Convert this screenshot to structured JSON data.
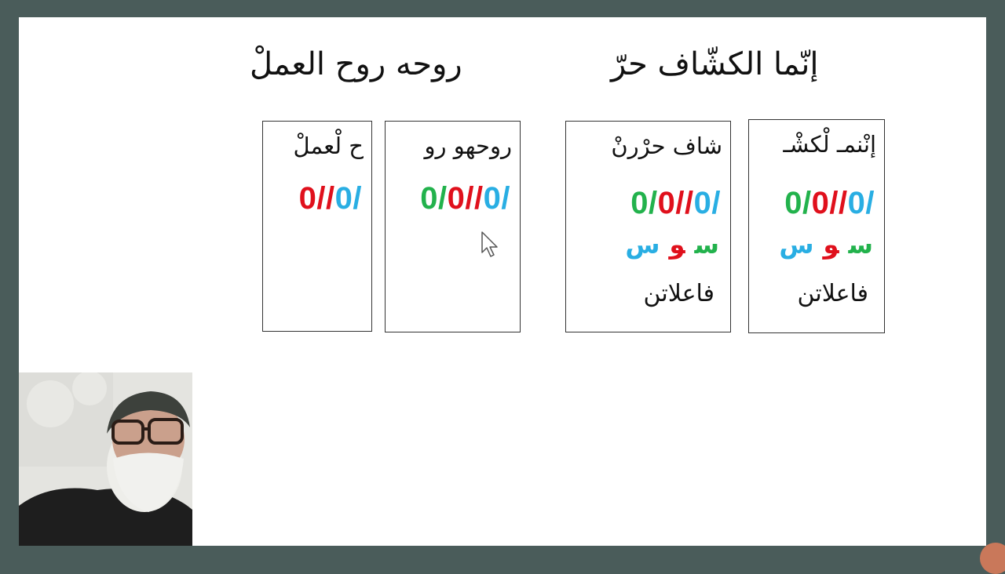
{
  "slide": {
    "heading_right": "إنّما الكشّاف حرّ",
    "heading_left": "روحه روح العملْ",
    "cards": [
      {
        "word": "إنْنمـ لْكشْـ",
        "pattern": [
          {
            "text": "0",
            "color": "#22b24c"
          },
          {
            "text": "/",
            "color": "#22b24c"
          },
          {
            "text": "0",
            "color": "#e0101c"
          },
          {
            "text": "//",
            "color": "#e0101c"
          },
          {
            "text": "0",
            "color": "#29aee3"
          },
          {
            "text": "/",
            "color": "#29aee3"
          }
        ],
        "sababs": [
          {
            "text": "س",
            "color": "#22b24c"
          },
          {
            "text": "و",
            "color": "#e0101c"
          },
          {
            "text": "س",
            "color": "#29aee3"
          }
        ],
        "tafila": "فاعلاتن"
      },
      {
        "word": "شاف حرْرنْ",
        "pattern": [
          {
            "text": "0",
            "color": "#22b24c"
          },
          {
            "text": "/",
            "color": "#22b24c"
          },
          {
            "text": "0",
            "color": "#e0101c"
          },
          {
            "text": "//",
            "color": "#e0101c"
          },
          {
            "text": "0",
            "color": "#29aee3"
          },
          {
            "text": "/",
            "color": "#29aee3"
          }
        ],
        "sababs": [
          {
            "text": "س",
            "color": "#22b24c"
          },
          {
            "text": "و",
            "color": "#e0101c"
          },
          {
            "text": "س",
            "color": "#29aee3"
          }
        ],
        "tafila": "فاعلاتن"
      },
      {
        "word": "روحهو رو",
        "pattern": [
          {
            "text": "0",
            "color": "#22b24c"
          },
          {
            "text": "/",
            "color": "#22b24c"
          },
          {
            "text": "0",
            "color": "#e0101c"
          },
          {
            "text": "//",
            "color": "#e0101c"
          },
          {
            "text": "0",
            "color": "#29aee3"
          },
          {
            "text": "/",
            "color": "#29aee3"
          }
        ]
      },
      {
        "word": "ح لْعملْ",
        "pattern": [
          {
            "text": "0",
            "color": "#e0101c"
          },
          {
            "text": "//",
            "color": "#e0101c"
          },
          {
            "text": "0",
            "color": "#29aee3"
          },
          {
            "text": "/",
            "color": "#29aee3"
          }
        ]
      }
    ]
  },
  "icons": {
    "cursor": "mouse-pointer-icon",
    "webcam": "presenter-webcam"
  }
}
